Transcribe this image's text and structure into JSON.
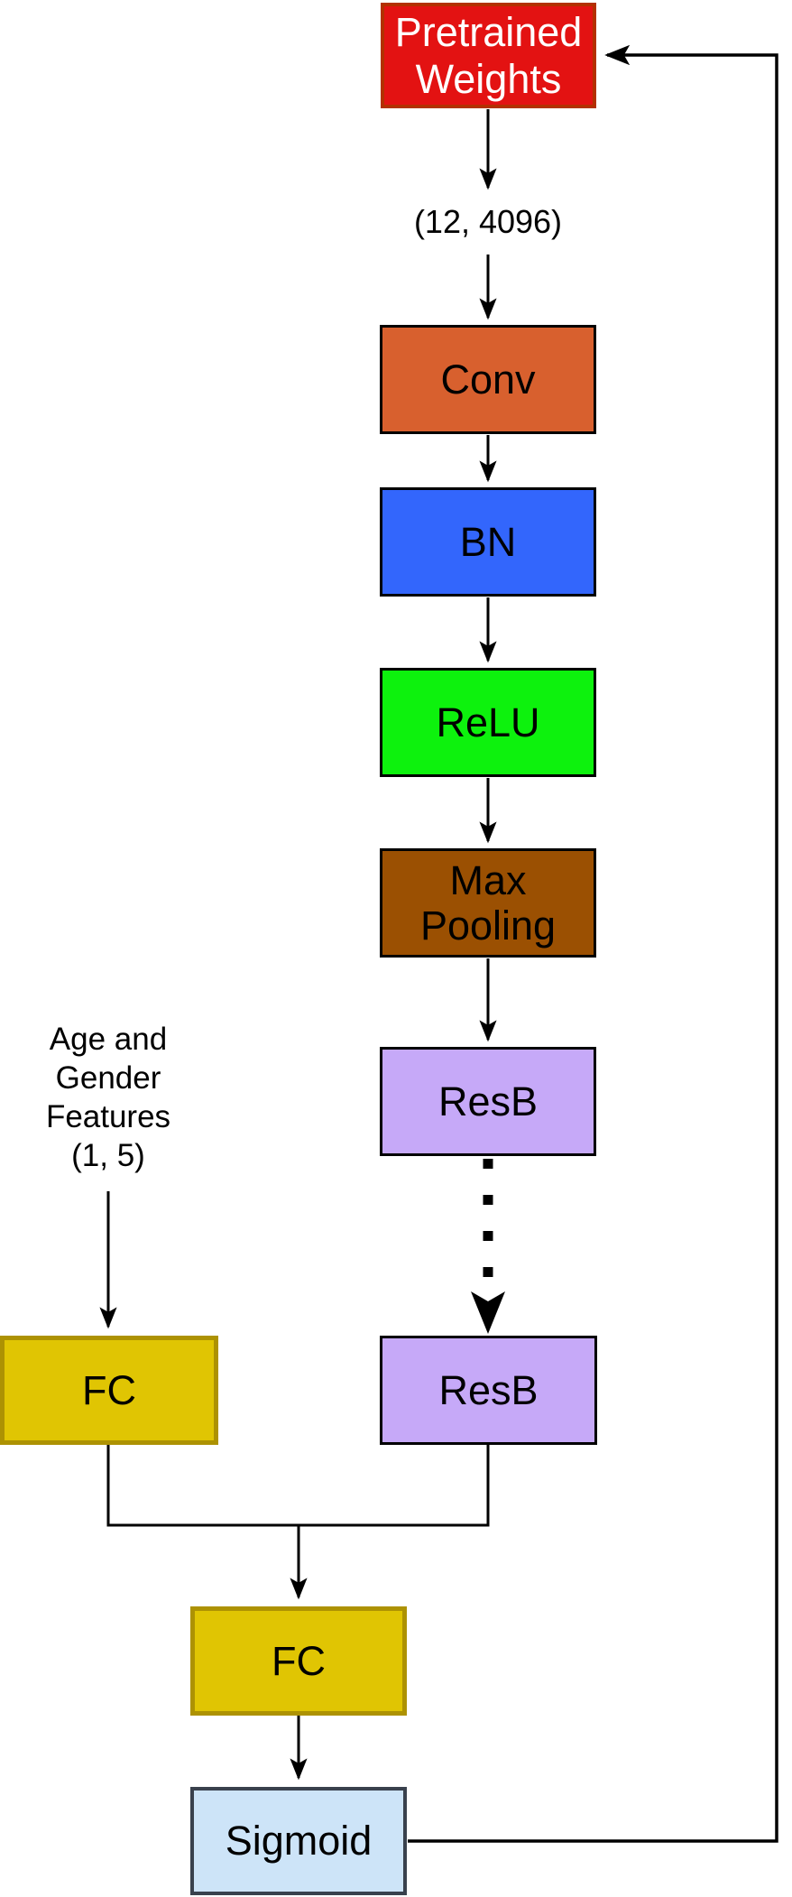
{
  "diagram": {
    "background": "#ffffff",
    "line_color": "#000000",
    "nodes": [
      {
        "id": "pretrained-weights",
        "label": [
          "Pretrained",
          "Weights"
        ],
        "fill": "#e31212",
        "border": "#b33000",
        "text_color": "#ffffff"
      },
      {
        "id": "conv",
        "label": "Conv",
        "fill": "#d8602e",
        "border": "#000000",
        "text_color": "#000000"
      },
      {
        "id": "bn",
        "label": "BN",
        "fill": "#3366fc",
        "border": "#000000",
        "text_color": "#000000"
      },
      {
        "id": "relu",
        "label": "ReLU",
        "fill": "#0df20d",
        "border": "#000000",
        "text_color": "#000000"
      },
      {
        "id": "max-pooling",
        "label": [
          "Max",
          "Pooling"
        ],
        "fill": "#9b5002",
        "border": "#000000",
        "text_color": "#000000"
      },
      {
        "id": "resb-1",
        "label": "ResB",
        "fill": "#c6a9f8",
        "border": "#000000",
        "text_color": "#000000"
      },
      {
        "id": "resb-2",
        "label": "ResB",
        "fill": "#c6a9f8",
        "border": "#000000",
        "text_color": "#000000"
      },
      {
        "id": "fc-1",
        "label": "FC",
        "fill": "#e0c503",
        "border": "#ad9203",
        "text_color": "#000000"
      },
      {
        "id": "fc-2",
        "label": "FC",
        "fill": "#e0c503",
        "border": "#ad9203",
        "text_color": "#000000"
      },
      {
        "id": "sigmoid",
        "label": "Sigmoid",
        "fill": "#cde4f8",
        "border": "#39414d",
        "text_color": "#000000"
      }
    ],
    "annotations": {
      "input_shape": "(12, 4096)",
      "age_gender": [
        "Age and",
        "Gender",
        "Features",
        "(1, 5)"
      ]
    }
  }
}
